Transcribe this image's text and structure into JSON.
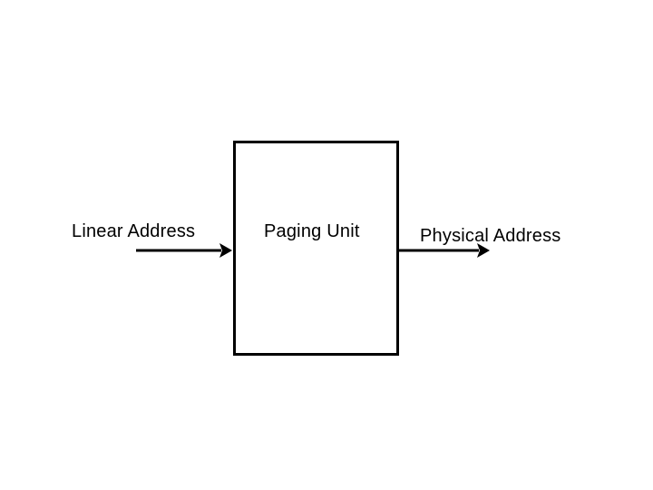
{
  "diagram": {
    "input_label": "Linear Address",
    "box_label": "Paging Unit",
    "output_label": "Physical Address",
    "colors": {
      "stroke": "#000000",
      "background": "#ffffff",
      "text": "#000000"
    }
  }
}
